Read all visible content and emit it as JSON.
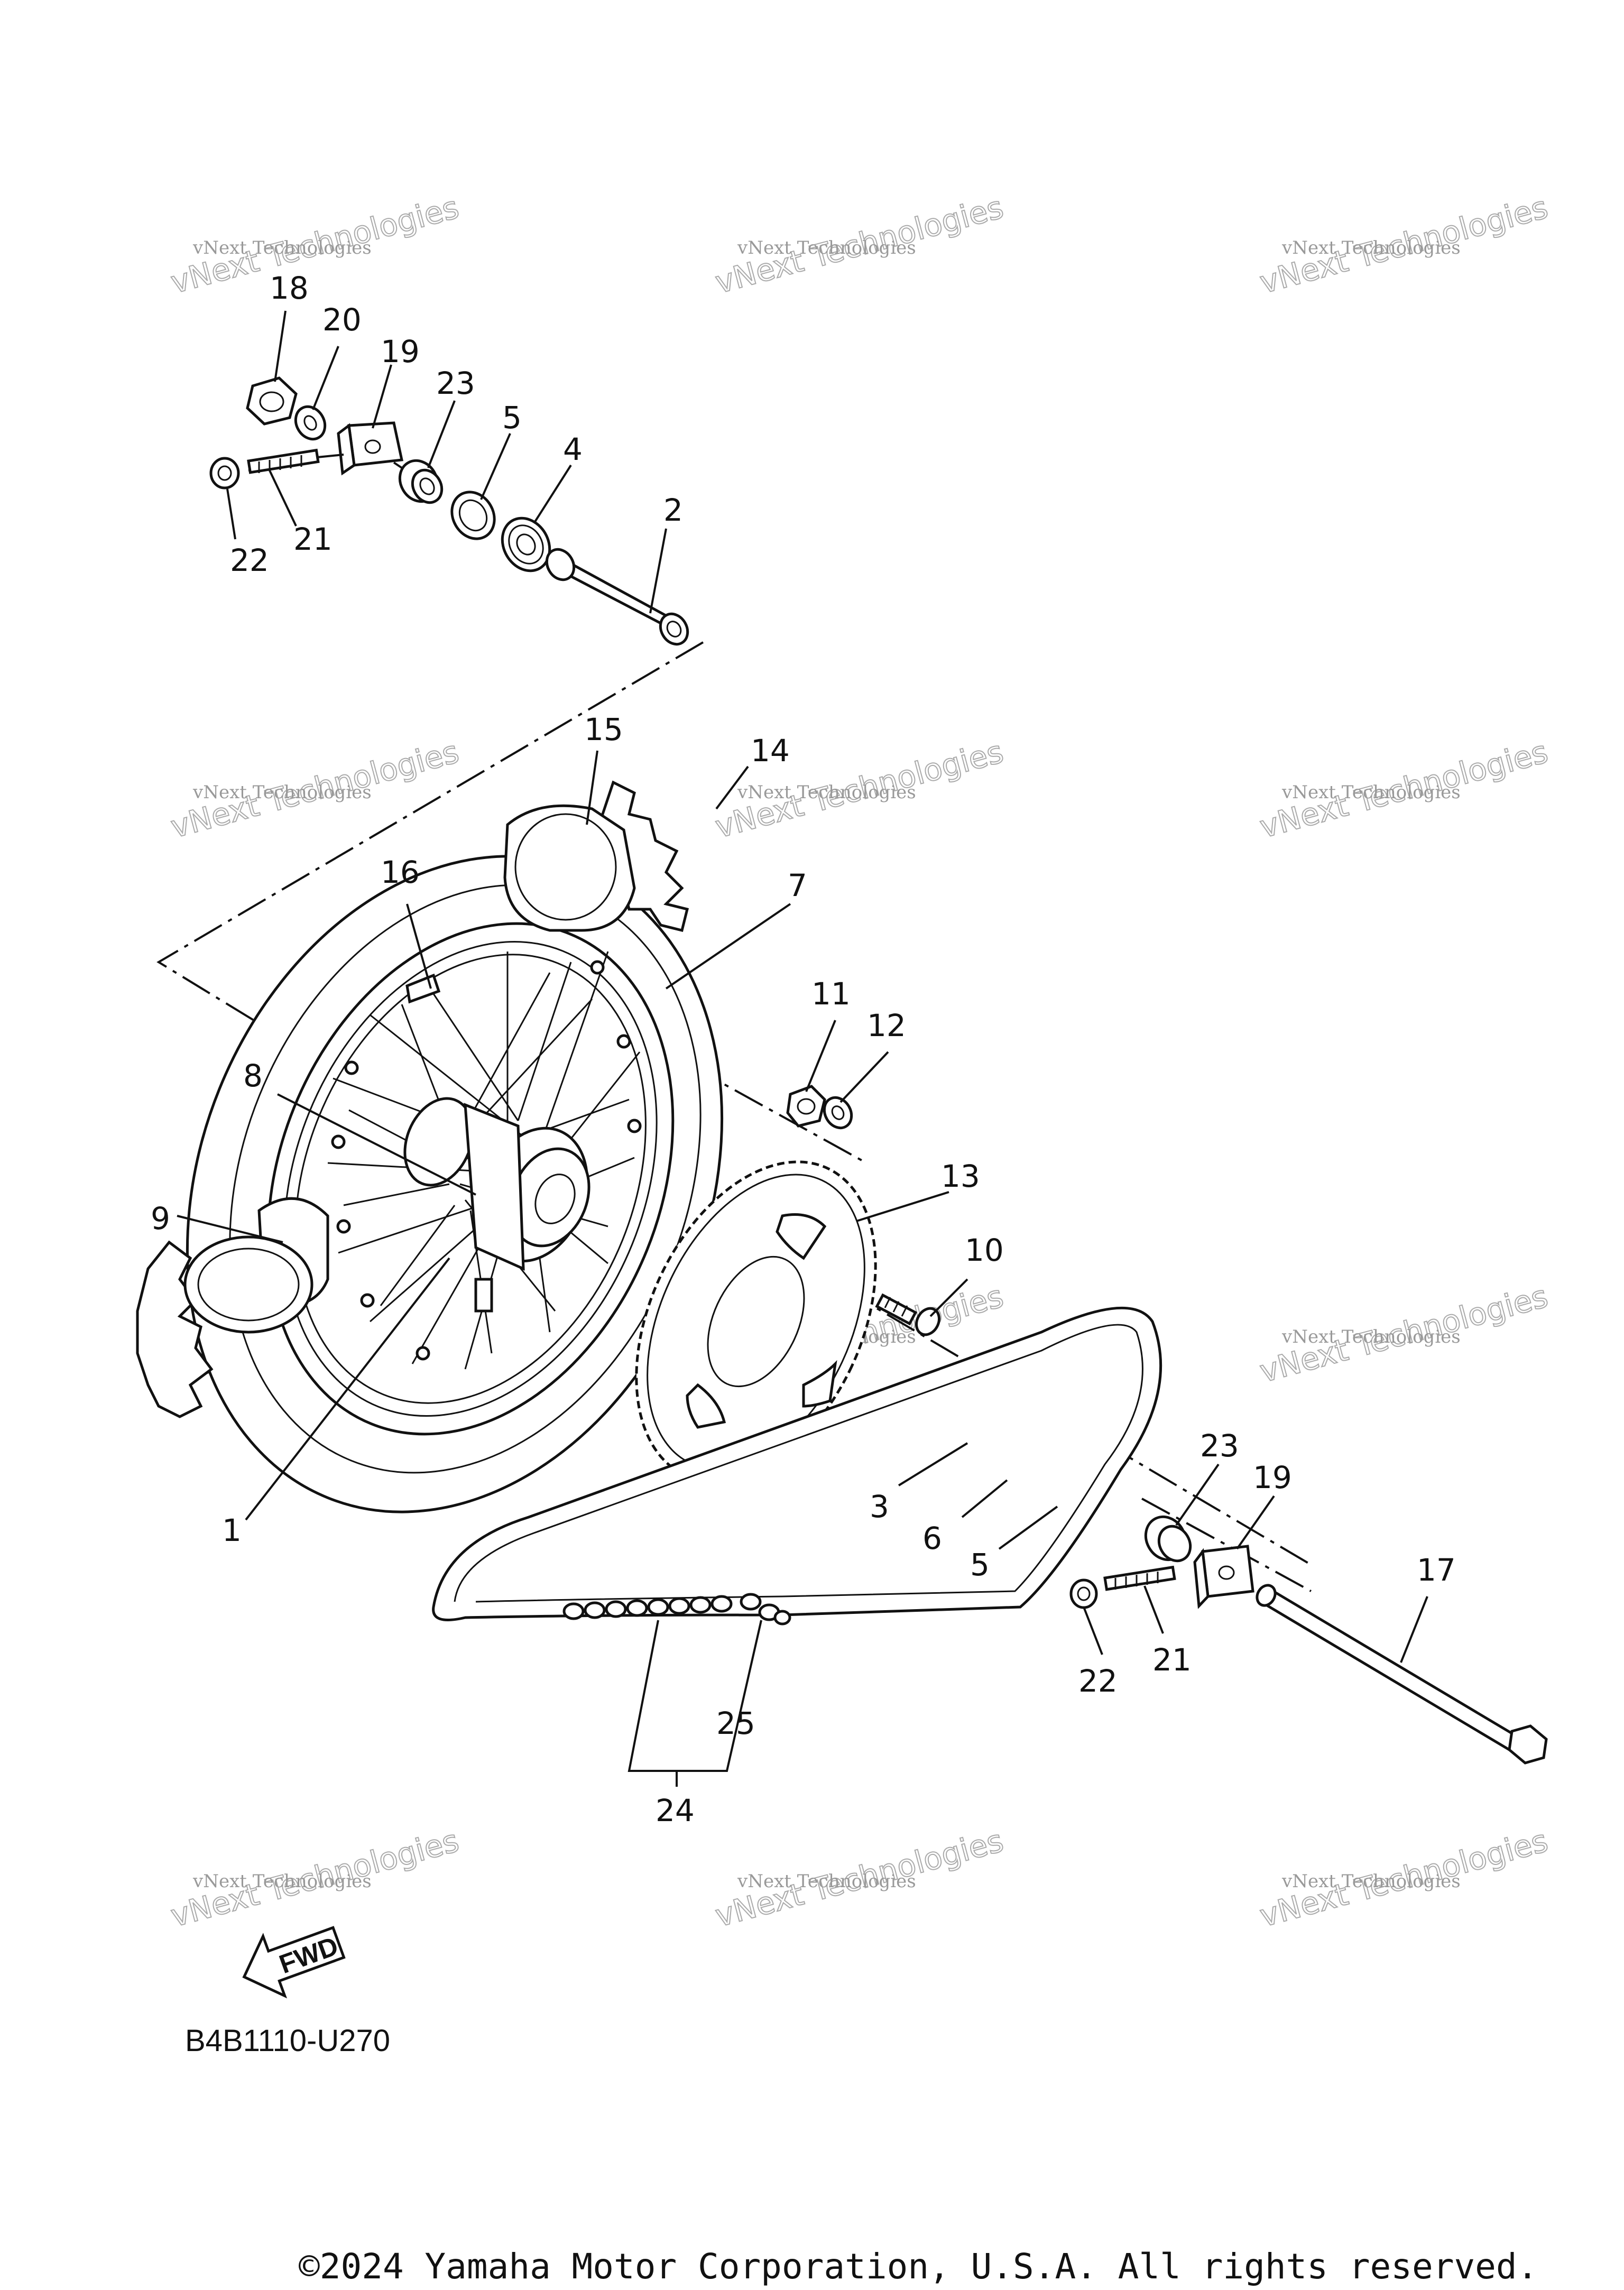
{
  "diagram": {
    "code": "B4B1110-U270",
    "copyright": "©2024 Yamaha Motor Corporation, U.S.A. All rights reserved.",
    "watermark_small": "vNext Technologies",
    "watermark_large": "vNext Technologies",
    "fwd_label": "FWD",
    "callouts": {
      "c1": "1",
      "c2": "2",
      "c3": "3",
      "c4": "4",
      "c5a": "5",
      "c5b": "5",
      "c6": "6",
      "c7": "7",
      "c8": "8",
      "c9": "9",
      "c10": "10",
      "c11": "11",
      "c12": "12",
      "c13": "13",
      "c14": "14",
      "c15": "15",
      "c16": "16",
      "c17": "17",
      "c18": "18",
      "c19a": "19",
      "c19b": "19",
      "c20": "20",
      "c21a": "21",
      "c21b": "21",
      "c22a": "22",
      "c22b": "22",
      "c23a": "23",
      "c23b": "23",
      "c24": "24",
      "c25": "25"
    }
  }
}
